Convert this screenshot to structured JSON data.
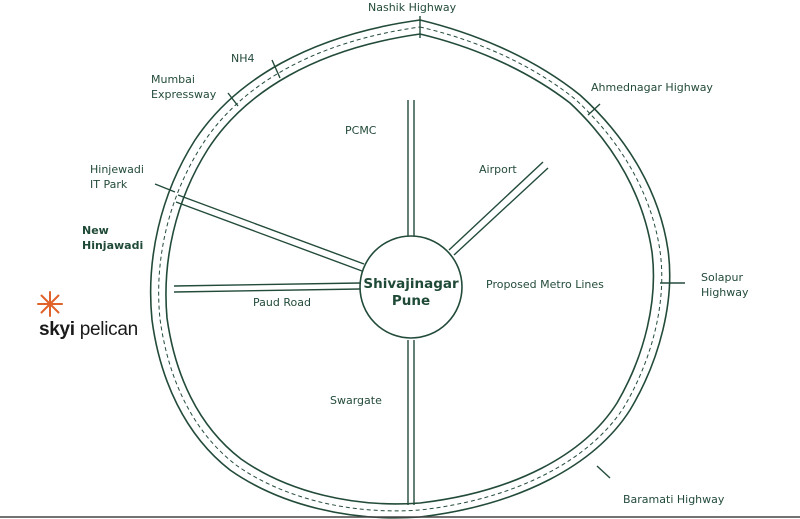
{
  "map": {
    "center": {
      "line1": "Shivajinagar",
      "line2": "Pune"
    },
    "labels": {
      "nashik": "Nashik Highway",
      "nh4": "NH4",
      "mumbai_1": "Mumbai",
      "mumbai_2": "Expressway",
      "ahmednagar": "Ahmednagar Highway",
      "pcmc": "PCMC",
      "airport": "Airport",
      "hinjewadi_1": "Hinjewadi",
      "hinjewadi_2": "IT Park",
      "new_hinjawadi_1": "New",
      "new_hinjawadi_2": "Hinjawadi",
      "metro": "Proposed Metro Lines",
      "solapur_1": "Solapur",
      "solapur_2": "Highway",
      "paud": "Paud Road",
      "swargate": "Swargate",
      "baramati": "Baramati  Highway"
    },
    "colors": {
      "ink": "#234b3a",
      "logo_accent": "#e0622a",
      "logo_text": "#1a1a1a"
    }
  },
  "logo": {
    "part1": "skyi",
    "part2": " pelican",
    "icon": "asterisk-burst-icon"
  }
}
